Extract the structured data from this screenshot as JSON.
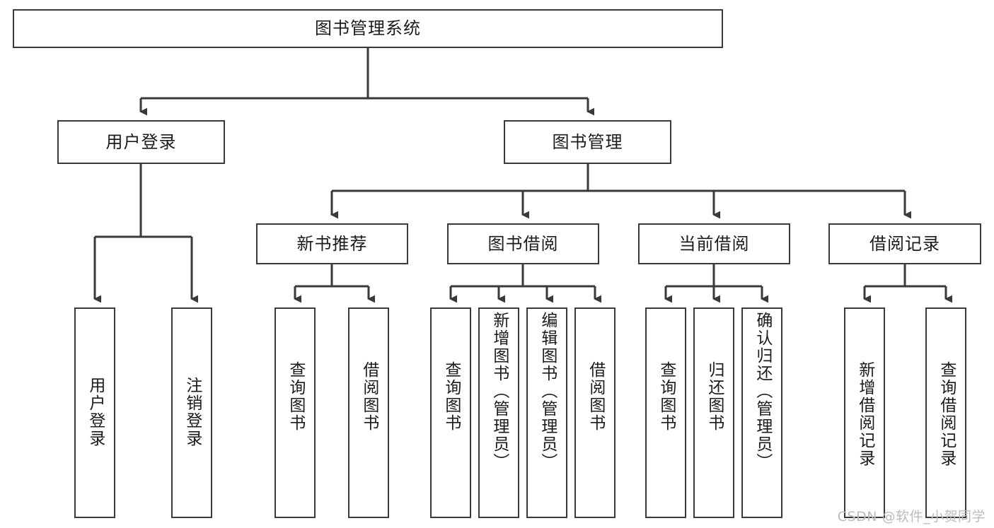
{
  "diagram": {
    "title": "图书管理系统",
    "type": "tree",
    "watermark": "CSDN @软件_小贺同学",
    "colors": {
      "box_border": "#3a3a3a",
      "box_fill": "#ffffff",
      "connector": "#3a3a3a",
      "text": "#1b1b1b",
      "watermark": "#b9bcc0",
      "background": "#ffffff"
    },
    "levels": {
      "root": {
        "label": "图书管理系统"
      },
      "level2": [
        {
          "id": "user-login",
          "label": "用户登录"
        },
        {
          "id": "book-manage",
          "label": "图书管理"
        }
      ],
      "level3": [
        {
          "id": "new-book-rec",
          "label": "新书推荐",
          "parent": "book-manage"
        },
        {
          "id": "book-borrow",
          "label": "图书借阅",
          "parent": "book-manage"
        },
        {
          "id": "current-borrow",
          "label": "当前借阅",
          "parent": "book-manage"
        },
        {
          "id": "borrow-record",
          "label": "借阅记录",
          "parent": "book-manage"
        }
      ],
      "leaves": [
        {
          "id": "leaf-user-login",
          "label": "用户登录",
          "parent": "user-login"
        },
        {
          "id": "leaf-user-logout",
          "label": "注销登录",
          "parent": "user-login"
        },
        {
          "id": "leaf-query-book-1",
          "label": "查询图书",
          "parent": "new-book-rec"
        },
        {
          "id": "leaf-borrow-book-1",
          "label": "借阅图书",
          "parent": "new-book-rec"
        },
        {
          "id": "leaf-query-book-2",
          "label": "查询图书",
          "parent": "book-borrow"
        },
        {
          "id": "leaf-add-book",
          "label": "新增图书（管理员）",
          "parent": "book-borrow"
        },
        {
          "id": "leaf-edit-book",
          "label": "编辑图书（管理员）",
          "parent": "book-borrow"
        },
        {
          "id": "leaf-borrow-book-2",
          "label": "借阅图书",
          "parent": "book-borrow"
        },
        {
          "id": "leaf-query-book-3",
          "label": "查询图书",
          "parent": "current-borrow"
        },
        {
          "id": "leaf-return-book",
          "label": "归还图书",
          "parent": "current-borrow"
        },
        {
          "id": "leaf-confirm-return",
          "label": "确认归还（管理员）",
          "parent": "current-borrow"
        },
        {
          "id": "leaf-add-record",
          "label": "新增借阅记录",
          "parent": "borrow-record"
        },
        {
          "id": "leaf-query-record",
          "label": "查询借阅记录",
          "parent": "borrow-record"
        }
      ]
    }
  }
}
